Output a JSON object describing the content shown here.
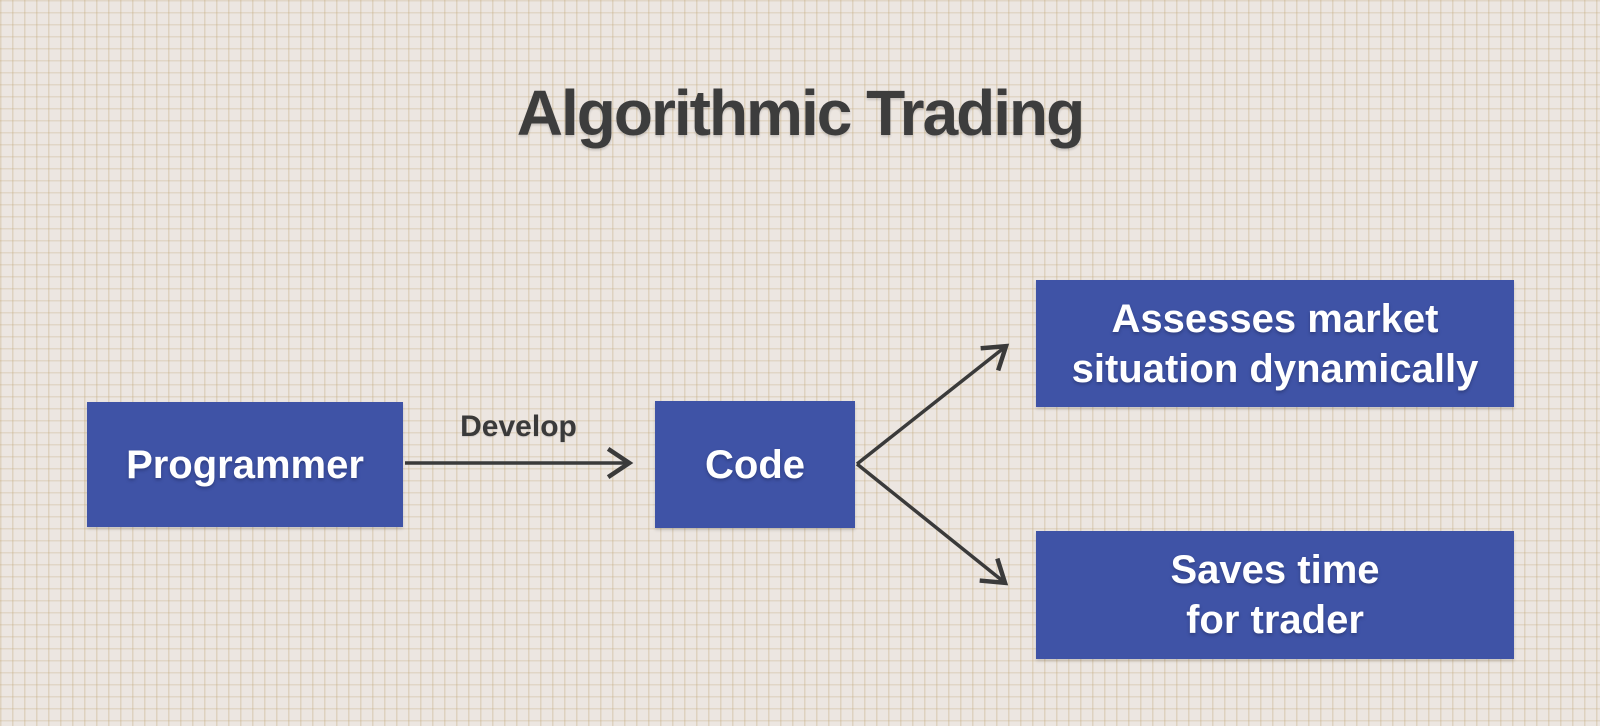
{
  "title": "Algorithmic Trading",
  "colors": {
    "background": "#ece6e1",
    "grid_line": "#d9ccb2",
    "node_fill": "#3f53a6",
    "node_text": "#ffffff",
    "title_text": "#3d3d3d",
    "arrow": "#3a3a3a"
  },
  "nodes": {
    "programmer": {
      "label": "Programmer"
    },
    "code": {
      "label": "Code"
    },
    "outcome_top": {
      "lines": [
        "Assesses market",
        "situation dynamically"
      ]
    },
    "outcome_bottom": {
      "lines": [
        "Saves time",
        "for trader"
      ]
    }
  },
  "edges": {
    "develop_label": "Develop"
  }
}
